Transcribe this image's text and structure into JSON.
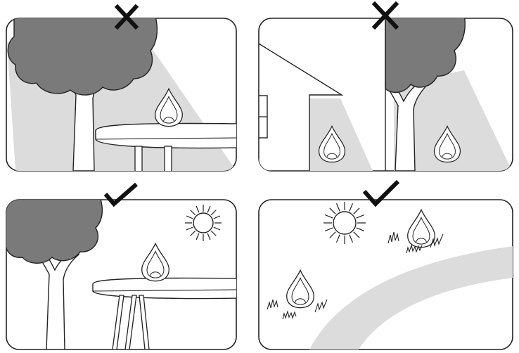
{
  "panels": [
    {
      "id": "tree-shade-table",
      "verdict": "incorrect",
      "verdict_icon": "cross-icon"
    },
    {
      "id": "house-tree-shade",
      "verdict": "incorrect",
      "verdict_icon": "cross-icon"
    },
    {
      "id": "sunny-table",
      "verdict": "correct",
      "verdict_icon": "check-icon"
    },
    {
      "id": "sunny-lawn",
      "verdict": "correct",
      "verdict_icon": "check-icon"
    }
  ],
  "colors": {
    "canopy": "#7a7a7a",
    "shade": "#dcdcdc",
    "outline": "#222222"
  }
}
